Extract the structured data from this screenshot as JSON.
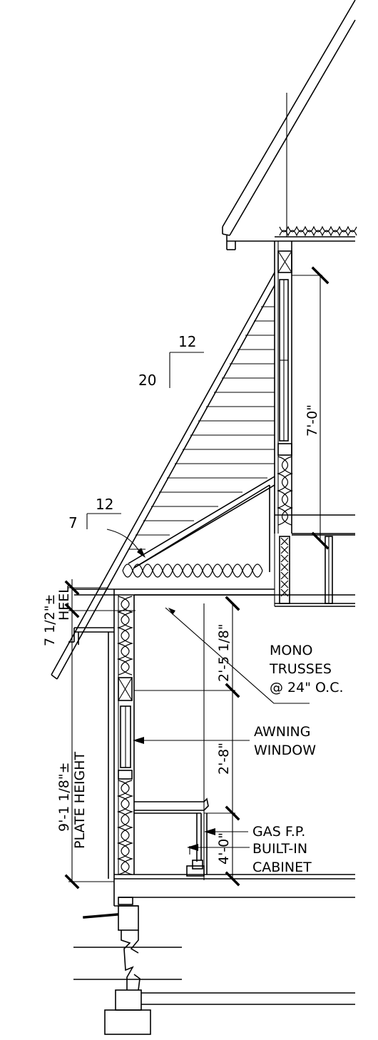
{
  "drawing": {
    "slopes": {
      "upper": {
        "rise": "20",
        "run": "12"
      },
      "lower": {
        "rise": "7",
        "run": "12"
      }
    },
    "dimensions": {
      "window_height": "7'-0\"",
      "heel": {
        "value": "7 1/2\"±",
        "label": "HEEL"
      },
      "plate": {
        "value": "9'-1 1/8\"±",
        "label": "PLATE HEIGHT"
      },
      "above_window": "2'-5 1/8\"",
      "awning_height": "2'-8\"",
      "fireplace_height": "4'-0\""
    },
    "notes": {
      "trusses": [
        "MONO",
        "TRUSSES",
        "@ 24\" O.C."
      ],
      "window": [
        "AWNING",
        "WINDOW"
      ],
      "fireplace": "GAS F.P.",
      "cabinet": [
        "BUILT-IN",
        "CABINET"
      ]
    }
  }
}
